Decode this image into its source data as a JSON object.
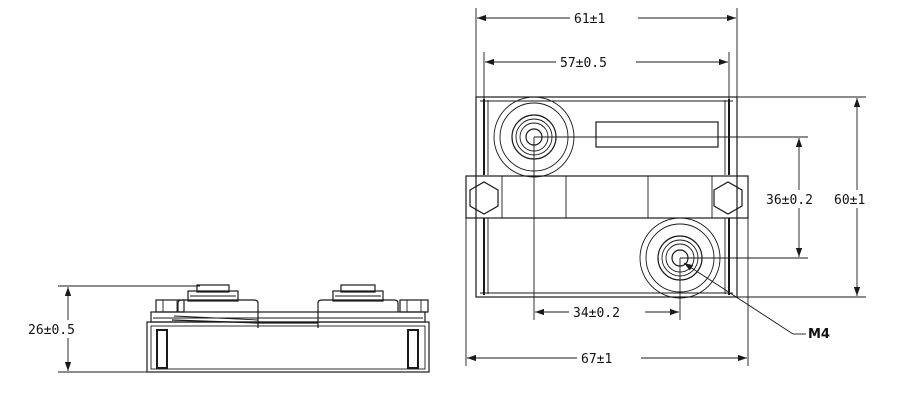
{
  "dimensions": {
    "overall_width": "61±1",
    "cover_width": "57±0.5",
    "flange_width": "67±1",
    "terminal_spacing": "34±0.2",
    "terminal_offset": "36±0.2",
    "height": "60±1",
    "side_height": "26±0.5"
  },
  "callouts": {
    "thread": "M4"
  },
  "colors": {
    "line": "#1a1a1a",
    "background": "#ffffff"
  }
}
